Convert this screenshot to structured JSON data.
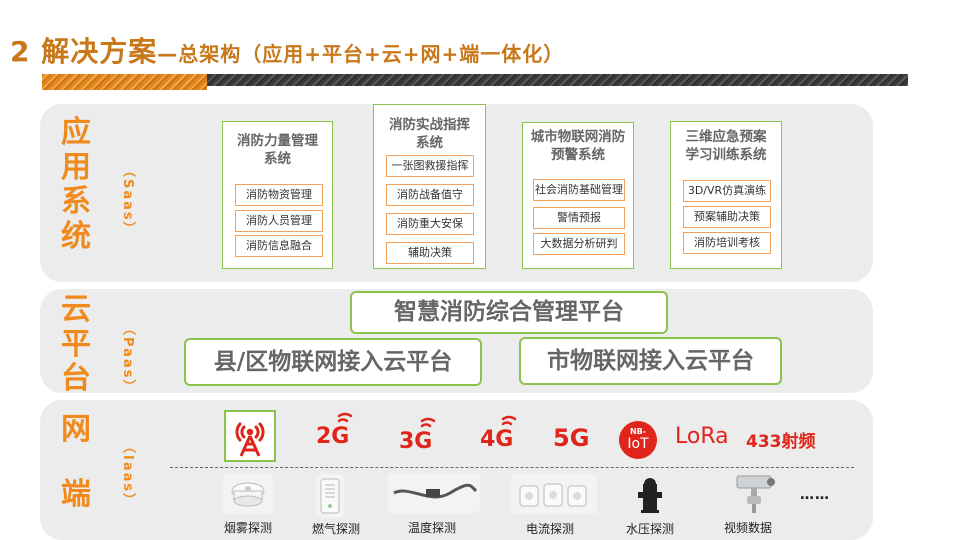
{
  "header": {
    "title_main": "2 解决方案",
    "title_sub": "—总架构（应用+平台+云+网+端一体化）"
  },
  "layers": {
    "app": {
      "title": [
        "应",
        "用",
        "系",
        "统"
      ],
      "sub": "（Saas）"
    },
    "cloud": {
      "title": [
        "云",
        "平",
        "台"
      ],
      "sub": "（Paas）"
    },
    "net": {
      "title": [
        "网",
        "端"
      ],
      "sub": "（Iaas）"
    }
  },
  "app_systems": [
    {
      "title": "消防力量管理系统",
      "items": [
        "消防物资管理",
        "消防人员管理",
        "消防信息融合"
      ]
    },
    {
      "title": "消防实战指挥系统",
      "items": [
        "一张图救援指挥",
        "消防战备值守",
        "消防重大安保",
        "辅助决策"
      ]
    },
    {
      "title": "城市物联网消防预警系统",
      "items": [
        "社会消防基础管理",
        "警情预报",
        "大数据分析研判"
      ]
    },
    {
      "title": "三维应急预案学习训练系统",
      "items": [
        "3D/VR仿真演练",
        "预案辅助决策",
        "消防培训考核"
      ]
    }
  ],
  "cloud_platforms": {
    "top": "智慧消防综合管理平台",
    "left": "县/区物联网接入云平台",
    "right": "市物联网接入云平台"
  },
  "network": {
    "tower_icon": "signal-tower-icon",
    "labels": [
      "2G",
      "3G",
      "4G",
      "5G"
    ],
    "nbiot_top": "NB-",
    "nbiot_bottom": "IoT",
    "lora": "LoRa",
    "rf": "433射频"
  },
  "devices": [
    {
      "label": "烟雾探测",
      "icon": "smoke-detector-icon"
    },
    {
      "label": "燃气探测",
      "icon": "gas-detector-icon"
    },
    {
      "label": "温度探测",
      "icon": "temperature-sensor-icon"
    },
    {
      "label": "电流探测",
      "icon": "current-sensor-icon"
    },
    {
      "label": "水压探测",
      "icon": "hydrant-icon"
    },
    {
      "label": "视频数据",
      "icon": "camera-icon"
    }
  ],
  "more": "……",
  "colors": {
    "orange": "#f08a1c",
    "green": "#8bc34a",
    "red": "#e0261a",
    "panel": "#ececec"
  }
}
